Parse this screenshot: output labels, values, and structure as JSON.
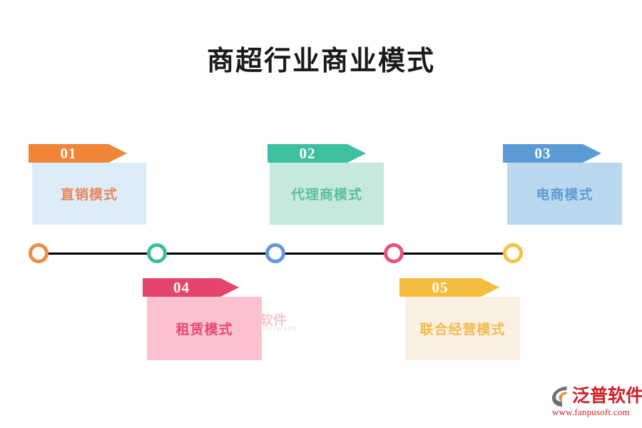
{
  "header": {
    "title": "商超行业商业模式"
  },
  "cards": [
    {
      "number": "01",
      "label": "直销模式",
      "banner_color": "#f08437",
      "body_color": "#ddedf8",
      "label_color": "#e8865b",
      "node_color": "#ef8b42",
      "position": "top"
    },
    {
      "number": "02",
      "label": "代理商模式",
      "banner_color": "#3fbfa2",
      "body_color": "#c7e9dd",
      "label_color": "#5cbf9e",
      "node_color": "#3fbb9c",
      "position": "top"
    },
    {
      "number": "03",
      "label": "电商模式",
      "banner_color": "#5b9bd5",
      "body_color": "#bcd8ef",
      "label_color": "#5b9bd5",
      "node_color": "#6699d8",
      "position": "top"
    },
    {
      "number": "04",
      "label": "租赁模式",
      "banner_color": "#e3456e",
      "body_color": "#f9c2ce",
      "label_color": "#e8486f",
      "node_color": "#e45377",
      "position": "bottom"
    },
    {
      "number": "05",
      "label": "联合经营模式",
      "banner_color": "#f5bd3f",
      "body_color": "#fcf0e2",
      "label_color": "#f0bb50",
      "node_color": "#f6c344",
      "position": "bottom"
    }
  ],
  "timeline": {
    "node_count": 5,
    "line_color": "#000000"
  },
  "watermark": {
    "text": "泛普软件",
    "subtext": "FANPU SOFTWARE"
  },
  "brand": {
    "name": "泛普软件",
    "url": "www.fanpusoft.com",
    "mark_icon": "fanpu-swoosh-logo-icon",
    "color": "#d01f28",
    "accent_color": "#ef8b42"
  }
}
